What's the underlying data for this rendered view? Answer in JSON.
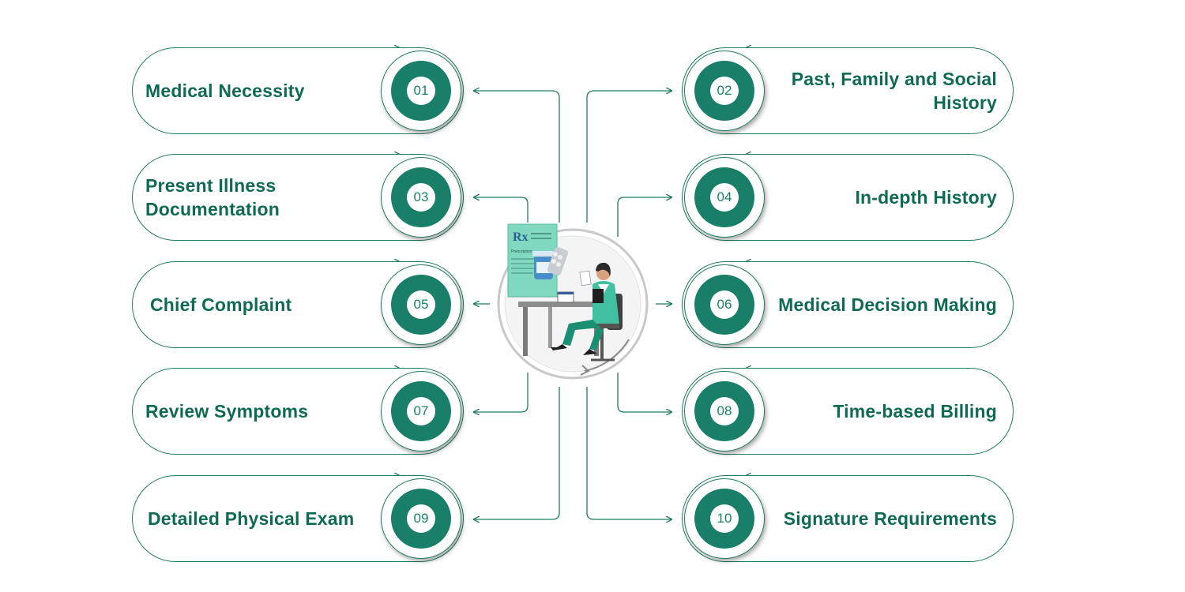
{
  "steps": [
    {
      "num": "01",
      "label": "Medical Necessity",
      "side": "left"
    },
    {
      "num": "02",
      "label": "Past, Family and Social History",
      "side": "right"
    },
    {
      "num": "03",
      "label": "Present Illness Documentation",
      "side": "left"
    },
    {
      "num": "04",
      "label": "In-depth History",
      "side": "right"
    },
    {
      "num": "05",
      "label": "Chief Complaint",
      "side": "left"
    },
    {
      "num": "06",
      "label": "Medical Decision Making",
      "side": "right"
    },
    {
      "num": "07",
      "label": "Review Symptoms",
      "side": "left"
    },
    {
      "num": "08",
      "label": "Time-based Billing",
      "side": "right"
    },
    {
      "num": "09",
      "label": "Detailed Physical Exam",
      "side": "left"
    },
    {
      "num": "10",
      "label": "Signature Requirements",
      "side": "right"
    }
  ],
  "illustration": {
    "rx": "Rx",
    "prescription": "Prescription"
  },
  "colors": {
    "primary": "#1a7f69",
    "text": "#0f6a54",
    "line": "#1f7a63"
  }
}
